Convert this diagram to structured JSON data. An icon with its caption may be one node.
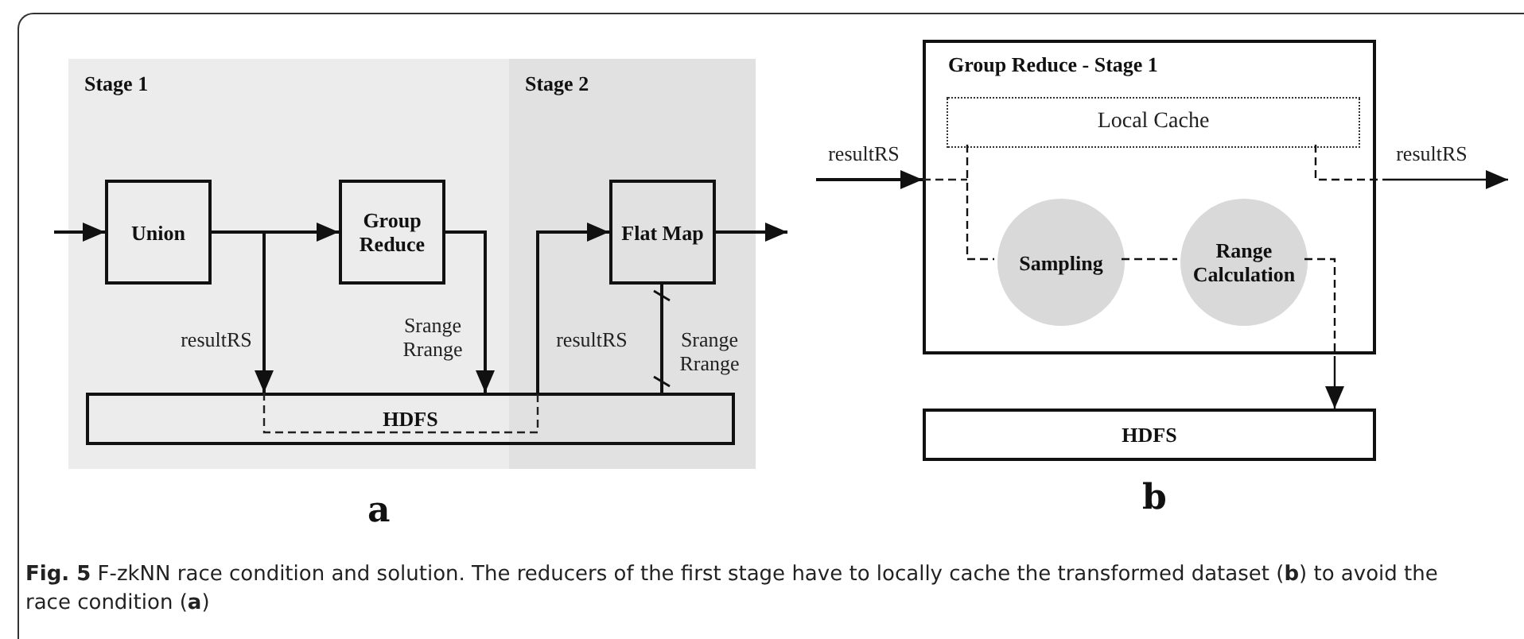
{
  "diagram": {
    "caption": "**Fig. 5** F-zkNN race condition and solution. The reducers of the first stage have to locally cache the transformed dataset (**b**) to avoid the race condition (**a**)",
    "nodes": [
      {
        "text": [
          "Stage 1"
        ]
      },
      {
        "text": [
          "Stage 2"
        ]
      },
      {
        "text": [
          "Union"
        ],
        "in": 0
      },
      {
        "text": [
          "Group Reduce"
        ],
        "in": 0
      },
      {
        "text": [
          "Flat Map"
        ],
        "in": 1
      },
      {
        "text": [
          "HDFS"
        ]
      },
      {
        "text": [
          "Group Reduce - Stage 1"
        ]
      },
      {
        "text": [
          "Local Cache"
        ],
        "in": 6
      },
      {
        "text": [
          "Sampling"
        ],
        "in": 6
      },
      {
        "text": [
          "Range Calculation"
        ],
        "in": 6
      },
      {
        "text": [
          "HDFS"
        ]
      }
    ],
    "edges": [
      {
        "from": null,
        "to": 2,
        "arrow": "to"
      },
      {
        "from": 2,
        "to": 3,
        "arrow": "to"
      },
      {
        "from": 2,
        "to": 5,
        "arrow": "to",
        "label": "resultRS"
      },
      {
        "from": 3,
        "to": 5,
        "arrow": "to",
        "label": "Srange Rrange"
      },
      {
        "from": 5,
        "to": 4,
        "arrow": "to",
        "label": "resultRS"
      },
      {
        "from": 4,
        "to": 5,
        "arrow": "other",
        "label": "Srange Rrange"
      },
      {
        "from": 4,
        "to": null,
        "arrow": "to"
      },
      {
        "from": null,
        "to": 6,
        "arrow": "to",
        "label": "resultRS"
      },
      {
        "from": 7,
        "to": 8,
        "arrow": "none",
        "style": "dashed"
      },
      {
        "from": 8,
        "to": 9,
        "arrow": "none",
        "style": "dashed"
      },
      {
        "from": 9,
        "to": 10,
        "arrow": "to",
        "style": "dashed"
      },
      {
        "from": 7,
        "to": null,
        "arrow": "to",
        "style": "dashed",
        "label": "resultRS"
      }
    ],
    "labels": [
      "a",
      "b"
    ]
  }
}
